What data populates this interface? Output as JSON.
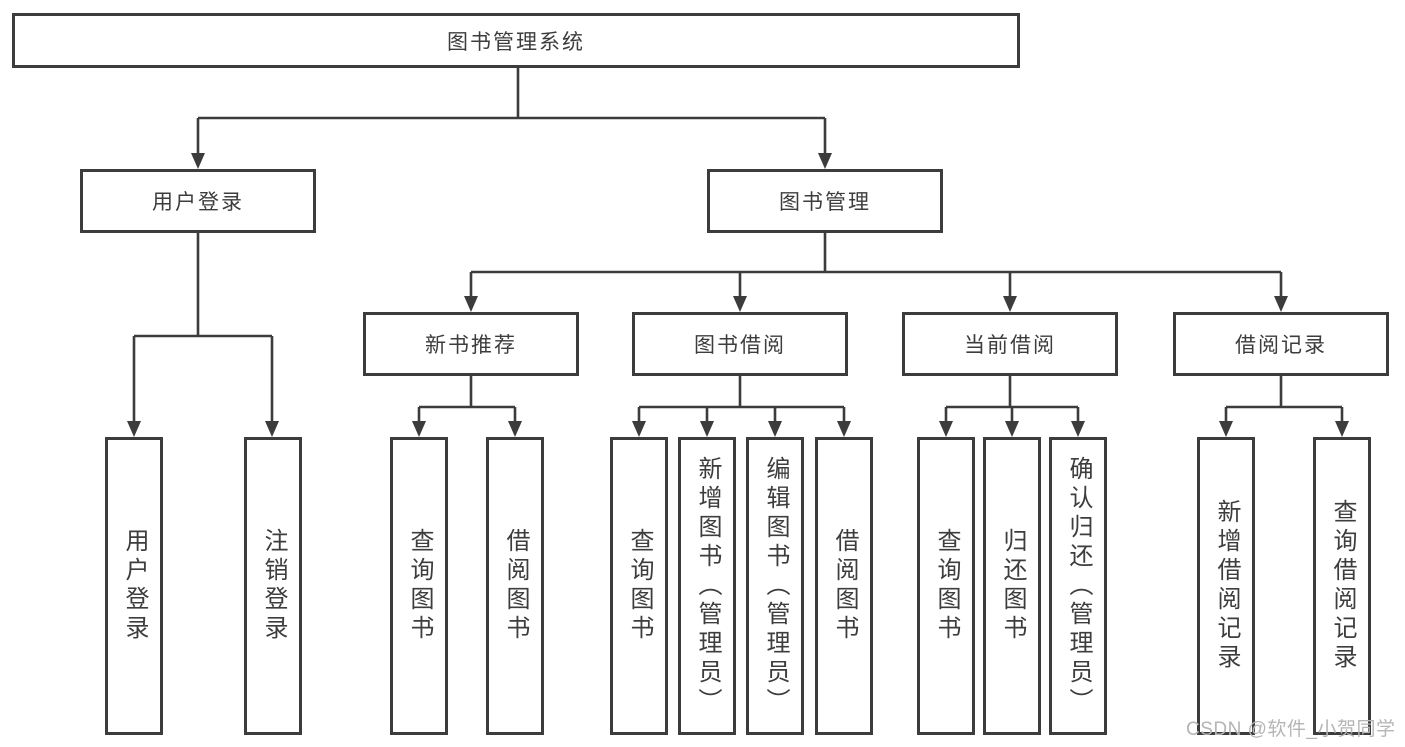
{
  "diagram": {
    "root": {
      "label": "图书管理系统"
    },
    "branches": [
      {
        "label": "用户登录",
        "children": [
          "用户登录",
          "注销登录"
        ]
      },
      {
        "label": "图书管理",
        "children": [
          {
            "label": "新书推荐",
            "children": [
              "查询图书",
              "借阅图书"
            ]
          },
          {
            "label": "图书借阅",
            "children": [
              "查询图书",
              "新增图书（管理员）",
              "编辑图书（管理员）",
              "借阅图书"
            ]
          },
          {
            "label": "当前借阅",
            "children": [
              "查询图书",
              "归还图书",
              "确认归还（管理员）"
            ]
          },
          {
            "label": "借阅记录",
            "children": [
              "新增借阅记录",
              "查询借阅记录"
            ]
          }
        ]
      }
    ]
  },
  "watermark": "CSDN @软件_小贺同学",
  "colors": {
    "line": "#3c3c3c",
    "box_border": "#3c3c3c",
    "text": "#3d3d3d",
    "background": "#ffffff",
    "watermark": "#b5b5b5"
  }
}
